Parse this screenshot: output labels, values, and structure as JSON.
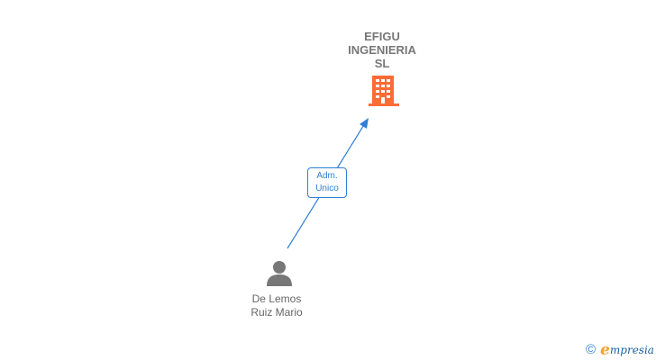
{
  "company": {
    "name_lines": [
      "EFIGU",
      "INGENIERIA",
      "SL"
    ],
    "icon": "building-icon",
    "icon_color": "#ff6b35"
  },
  "relation": {
    "role_lines": [
      "Adm.",
      "Unico"
    ],
    "line_color": "#2f7fd8"
  },
  "person": {
    "name_lines": [
      "De Lemos",
      "Ruiz Mario"
    ],
    "icon": "person-icon",
    "icon_color": "#777777"
  },
  "branding": {
    "copyright_symbol": "©",
    "logo_first_letter": "e",
    "logo_rest": "mpresia"
  }
}
